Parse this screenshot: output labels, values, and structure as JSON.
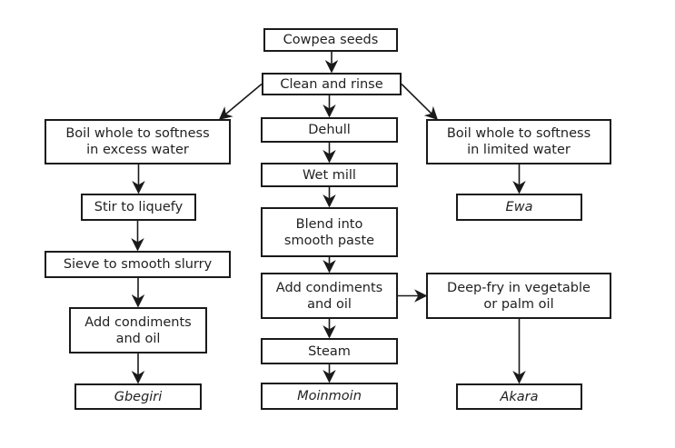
{
  "diagram": {
    "type": "flowchart",
    "subject": "Cowpea processing",
    "colors": {
      "stroke": "#1a1a1a",
      "text": "#222222",
      "background": "#ffffff"
    },
    "nodes": [
      {
        "id": "cowpea_seeds",
        "label": "Cowpea seeds",
        "kind": "step"
      },
      {
        "id": "clean_rinse",
        "label": "Clean and rinse",
        "kind": "step"
      },
      {
        "id": "boil_excess",
        "label": "Boil whole to softness\nin excess water",
        "kind": "step"
      },
      {
        "id": "stir_liquefy",
        "label": "Stir to liquefy",
        "kind": "step"
      },
      {
        "id": "sieve_slurry",
        "label": "Sieve to smooth slurry",
        "kind": "step"
      },
      {
        "id": "add_condiments_left",
        "label": "Add condiments\nand oil",
        "kind": "step"
      },
      {
        "id": "gbegiri",
        "label": "Gbegiri",
        "kind": "product"
      },
      {
        "id": "dehull",
        "label": "Dehull",
        "kind": "step"
      },
      {
        "id": "wet_mill",
        "label": "Wet mill",
        "kind": "step"
      },
      {
        "id": "blend_paste",
        "label": "Blend into\nsmooth paste",
        "kind": "step"
      },
      {
        "id": "add_condiments_center",
        "label": "Add condiments\nand oil",
        "kind": "step"
      },
      {
        "id": "steam",
        "label": "Steam",
        "kind": "step"
      },
      {
        "id": "moinmoin",
        "label": "Moinmoin",
        "kind": "product"
      },
      {
        "id": "boil_limited",
        "label": "Boil whole to softness\nin limited water",
        "kind": "step"
      },
      {
        "id": "ewa",
        "label": "Ewa",
        "kind": "product"
      },
      {
        "id": "deep_fry",
        "label": "Deep-fry in vegetable\nor palm oil",
        "kind": "step"
      },
      {
        "id": "akara",
        "label": "Akara",
        "kind": "product"
      }
    ],
    "edges": [
      {
        "from": "cowpea_seeds",
        "to": "clean_rinse"
      },
      {
        "from": "clean_rinse",
        "to": "boil_excess"
      },
      {
        "from": "clean_rinse",
        "to": "dehull"
      },
      {
        "from": "clean_rinse",
        "to": "boil_limited"
      },
      {
        "from": "boil_excess",
        "to": "stir_liquefy"
      },
      {
        "from": "stir_liquefy",
        "to": "sieve_slurry"
      },
      {
        "from": "sieve_slurry",
        "to": "add_condiments_left"
      },
      {
        "from": "add_condiments_left",
        "to": "gbegiri"
      },
      {
        "from": "dehull",
        "to": "wet_mill"
      },
      {
        "from": "wet_mill",
        "to": "blend_paste"
      },
      {
        "from": "blend_paste",
        "to": "add_condiments_center"
      },
      {
        "from": "add_condiments_center",
        "to": "steam"
      },
      {
        "from": "add_condiments_center",
        "to": "deep_fry"
      },
      {
        "from": "steam",
        "to": "moinmoin"
      },
      {
        "from": "boil_limited",
        "to": "ewa"
      },
      {
        "from": "deep_fry",
        "to": "akara"
      }
    ]
  }
}
